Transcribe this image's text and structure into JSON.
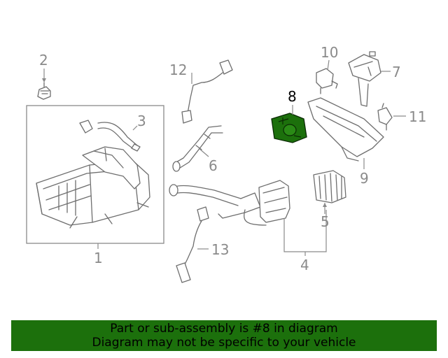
{
  "callouts": {
    "c1": "1",
    "c2": "2",
    "c3": "3",
    "c4": "4",
    "c5": "5",
    "c6": "6",
    "c7": "7",
    "c8": "8",
    "c9": "9",
    "c10": "10",
    "c11": "11",
    "c12": "12",
    "c13": "13"
  },
  "highlight": {
    "part_number": "8",
    "color": "#1c700c"
  },
  "colors": {
    "banner_bg": "#1c700c",
    "line_art": "#6e6e6e",
    "callout_text": "#8a8a8a"
  },
  "banner": {
    "line1": "Part or sub-assembly is #8 in diagram",
    "line2": "Diagram may not be specific to your vehicle"
  }
}
